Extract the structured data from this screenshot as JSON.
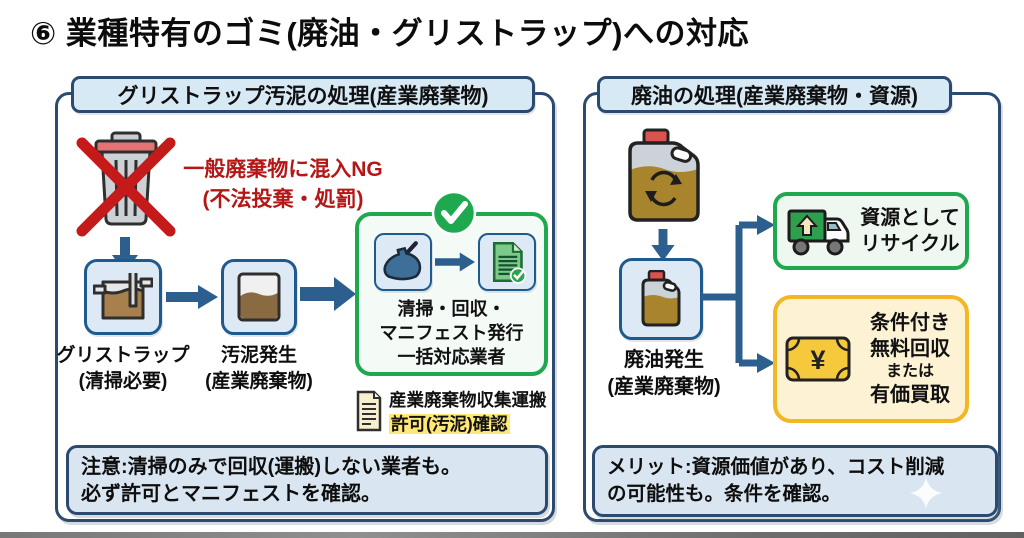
{
  "title": "⑥ 業種特有のゴミ(廃油・グリストラップ)への対応",
  "left": {
    "header": "グリストラップ汚泥の処理(産業廃棄物)",
    "warning": {
      "line1": "一般廃棄物に混入NG",
      "line2": "(不法投棄・処罰)"
    },
    "grease_trap": {
      "line1": "グリストラップ",
      "line2": "(清掃必要)"
    },
    "sludge": {
      "line1": "汚泥発生",
      "line2": "(産業廃棄物)"
    },
    "vendor": {
      "line1": "清掃・回収・",
      "line2": "マニフェスト発行",
      "line3": "一括対応業者"
    },
    "permit": {
      "line1": "産業廃棄物収集運搬",
      "line2": "許可(汚泥)確認"
    },
    "note": {
      "line1": "注意:清掃のみで回収(運搬)しない業者も。",
      "line2": "必ず許可とマニフェストを確認。"
    }
  },
  "right": {
    "header": "廃油の処理(産業廃棄物・資源)",
    "waste_oil": {
      "line1": "廃油発生",
      "line2": "(産業廃棄物)"
    },
    "recycle": {
      "line1": "資源として",
      "line2": "リサイクル"
    },
    "buyback": {
      "line1": "条件付き",
      "line2": "無料回収",
      "line3": "または",
      "line4": "有価買取"
    },
    "note": {
      "line1": "メリット:資源価値があり、コスト削減",
      "line2": "の可能性も。条件を確認。"
    }
  },
  "icons": {
    "trash_ng": "no-mixing-with-general-waste",
    "grease_trap": "grease-trap-cross-section",
    "sludge": "sludge-container",
    "cleaning_bag": "cleaning-collection-bag",
    "manifest_doc": "manifest-document-with-check",
    "check_badge": "green-check-circle",
    "permit_doc": "permit-document",
    "oil_jug_recycle": "waste-oil-jug-with-recycle-arrows",
    "oil_jug": "waste-oil-jug",
    "truck": "green-recycle-truck",
    "yen_note": "yen-banknote",
    "sparkle": "sparkle"
  },
  "colors": {
    "panel_border": "#2b4a6f",
    "header_fill": "#d8e9f6",
    "box_fill": "#ddeaf6",
    "box_border": "#1f5a8f",
    "arrow": "#2d5f8e",
    "warning_red": "#b51616",
    "success_green": "#1fa94e",
    "highlight_yellow": "#ffe878",
    "buyback_border": "#f2b722",
    "buyback_fill": "#fdf3d4",
    "note_fill": "#d9e6f2"
  }
}
